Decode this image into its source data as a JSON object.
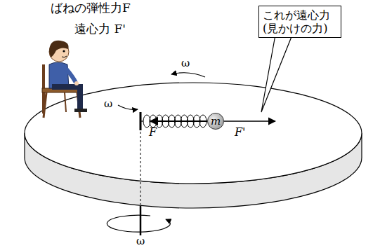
{
  "diagram": {
    "nodes": [
      {
        "text": [
          "これが遠心力 (見かけの力)"
        ]
      },
      {
        "text": [
          "m"
        ]
      }
    ],
    "labels": [
      "ばねの弾性力F",
      "遠心力 F'",
      "ω",
      "ω",
      "ω",
      "F",
      "F'"
    ]
  }
}
